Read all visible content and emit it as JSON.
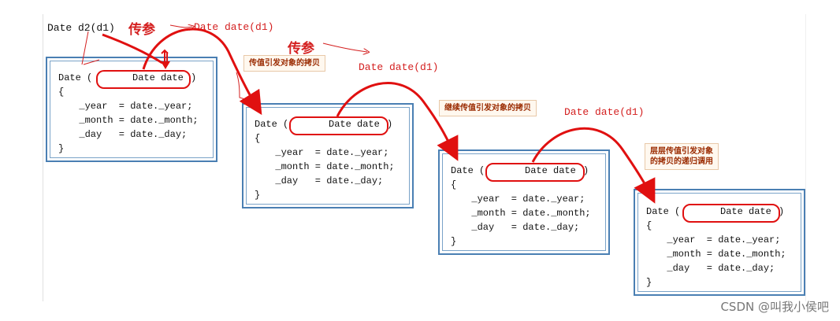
{
  "header": {
    "code": "Date d2(d1)"
  },
  "labels": {
    "pass1": "传参",
    "pass2": "传参",
    "call1": "Date date(d1)",
    "call2": "Date date(d1)",
    "call3": "Date date(d1)"
  },
  "notes": {
    "n1": "传值引发对象的拷贝",
    "n2": "继续传值引发对象的拷贝",
    "n3_line1": "层层传值引发对象",
    "n3_line2": "的拷贝的递归调用"
  },
  "code_block": {
    "sig_start": "Date (",
    "param": "Date date",
    "sig_end": ")",
    "open": "{",
    "line1": "  _year  = date._year;",
    "line2": "  _month = date._month;",
    "line3": "  _day   = date._day;",
    "close": "}"
  },
  "watermark": "CSDN @叫我小侯吧",
  "colors": {
    "accent_red": "#d42020",
    "box_blue": "#4a7fb3"
  }
}
